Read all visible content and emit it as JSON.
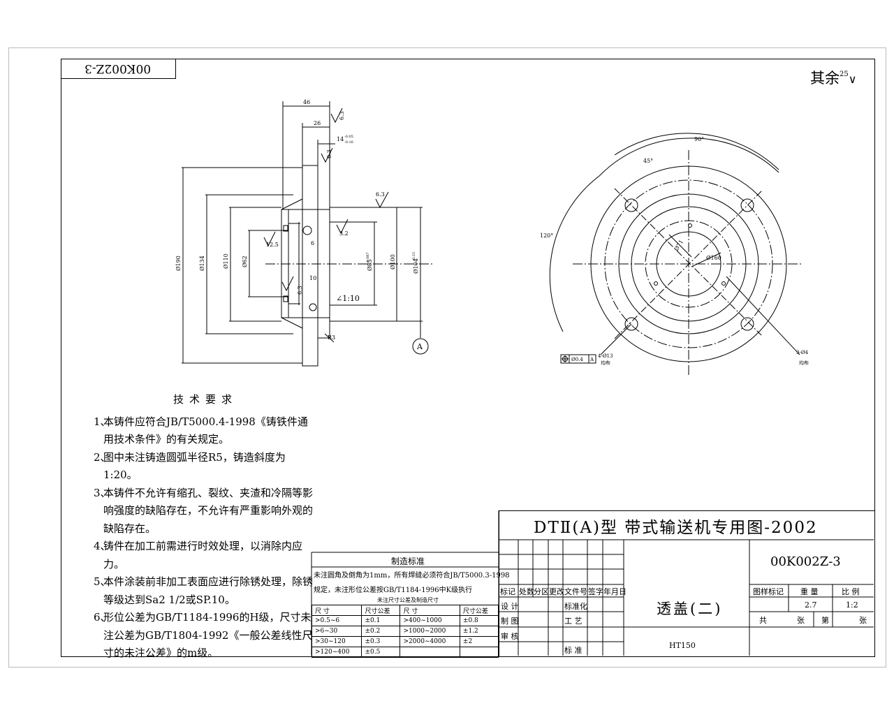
{
  "drawing": {
    "code_rotated": "00K002Z-3",
    "roughness_other": "其余",
    "roughness_other_value": "25"
  },
  "section_view": {
    "dims": {
      "d46": "46",
      "d26": "26",
      "d14": "14",
      "d14_tol_up": "-0.05",
      "d14_tol_lo": "-0.16",
      "r63a": "6.3",
      "r63b": "6.3",
      "r63c": "6.3",
      "r63d": "6.3",
      "r32": "3.2",
      "r125": "12.5",
      "phi190": "Ø190",
      "phi134": "Ø134",
      "phi110": "Ø110",
      "phi62": "Ø62",
      "phi85": "Ø85",
      "phi85_tol": "+0.087",
      "phi100": "Ø100",
      "phi104": "Ø104",
      "phi104_tol": "0.25",
      "d6": "6",
      "d10": "10",
      "taper": "∠1:10",
      "r3": "R3",
      "datum": "A"
    }
  },
  "front_view": {
    "labels": {
      "a90": "90°",
      "a45": "45°",
      "a120": "120°",
      "phi160": "Ø160",
      "phi71": "Ø71",
      "holes4": "4-Ø13",
      "holes4_sub": "均布",
      "holes3": "3-Ø4",
      "holes3_sub": "均布",
      "fcf_tol": "Ø0.4",
      "fcf_datum": "A"
    }
  },
  "tech_req": {
    "title": "技术要求",
    "items": [
      {
        "num": "1、",
        "text": "本铸件应符合JB/T5000.4-1998《铸铁件通用技术条件》的有关规定。"
      },
      {
        "num": "2、",
        "text": "图中未注铸造圆弧半径R5，铸造斜度为1:20。"
      },
      {
        "num": "3、",
        "text": "本铸件不允许有缩孔、裂纹、夹渣和冷隔等影响强度的缺陷存在，不允许有严重影响外观的缺陷存在。"
      },
      {
        "num": "4、",
        "text": "铸件在加工前需进行时效处理，以消除内应力。"
      },
      {
        "num": "5、",
        "text": "本件涂装前非加工表面应进行除锈处理，除锈等级达到Sa2 1/2或SP.10。"
      },
      {
        "num": "6、",
        "text": "形位公差为GB/T1184-1996的H级，尺寸未注公差为GB/T1804-1992《一般公差线性尺寸的未注公差》的m级。"
      }
    ]
  },
  "mfg_std": {
    "title": "制造标准",
    "line1": "未注圆角及倒角为1mm，所有焊缝必须符合JB/T5000.3-1998",
    "line2": "规定，未注形位公差按GB/T1184-1996中K级执行",
    "table_title": "未注尺寸公差及制造尺寸",
    "headers": [
      "尺    寸",
      "尺寸公差",
      "尺    寸",
      "尺寸公差"
    ],
    "rows": [
      [
        ">0.5~6",
        "±0.1",
        ">400~1000",
        "±0.8"
      ],
      [
        ">6~30",
        "±0.2",
        ">1000~2000",
        "±1.2"
      ],
      [
        ">30~120",
        "±0.3",
        ">2000~4000",
        "±2"
      ],
      [
        ">120~400",
        "±0.5",
        "",
        ""
      ]
    ]
  },
  "title_block": {
    "series_title": "DTⅡ(A)型   带式输送机专用图-2002",
    "drawing_no": "00K002Z-3",
    "part_name": "透盖(二)",
    "material": "HT150",
    "rev_headers": [
      "标记",
      "处数",
      "分区",
      "更改文件号",
      "签字",
      "年月日"
    ],
    "role_design": "设 计",
    "role_draw": "制 图",
    "role_check": "审 核",
    "role_stdize": "标准化",
    "role_process": "工 艺",
    "role_standard": "标 准",
    "stage_label": "图样标记",
    "weight_label": "重  量",
    "scale_label": "比 例",
    "weight": "2.7",
    "scale": "1:2",
    "total_label": "共",
    "sheets_label": "张",
    "sheet_no_label": "第",
    "sheet_label": "张"
  }
}
